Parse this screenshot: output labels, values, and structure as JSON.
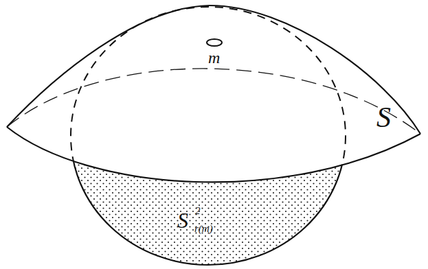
{
  "diagram": {
    "labels": [
      "m",
      "S",
      "S",
      "2",
      "r(m)"
    ]
  }
}
